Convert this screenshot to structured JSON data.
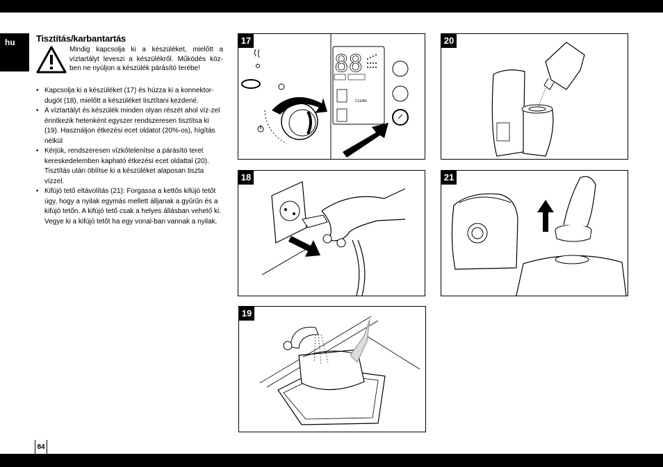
{
  "section_tab": "hu",
  "heading": "Tisztítás/karbantartás",
  "warning_text": "Mindig kapcsolja ki a készüléket, mielőtt a víztartályt leveszi a készülékről. Működés köz-ben ne nyúljon a készülék párásító terébe!",
  "bullets": [
    "Kapcsolja ki a készüléket (17) és húzza ki a konnektor-dugót (18), mielőtt a készüléket tisztítani kezdené.",
    "A víztartályt és készülék minden olyan részét ahol víz-zel érintkezik hetenként egyszer rendszeresen tisztítsa ki (19). Használjon étkezési ecet oldatot (20%-os), hígítás nélkül",
    "Kérjük, rendszeresen vízkőtelenítse a párásító teret kereskedelemben kapható étkezési ecet oldattal (20). Tisztítás után öblítse ki a készüléket alaposan tiszta vízzel.",
    "Kifújó tető eltávolítás (21): Forgassa a kettős kifújó tetőt úgy, hogy a nyilak egymás mellett álljanak a gyűrűn és a kifújó tetőn. A kifújó tető csak a helyes állásban vehető ki. Vegye ki a kifújó tetőt ha egy vonal-ban vannak a nyilak."
  ],
  "bullet_symbol": "•",
  "page_number": "84",
  "figures": {
    "f17": "17",
    "f18": "18",
    "f19": "19",
    "f20": "20",
    "f21": "21"
  },
  "panel_labels": {
    "clean": "CLEAN",
    "digits": "88"
  },
  "colors": {
    "bar": "#000000",
    "tab_text": "#ffffff"
  }
}
